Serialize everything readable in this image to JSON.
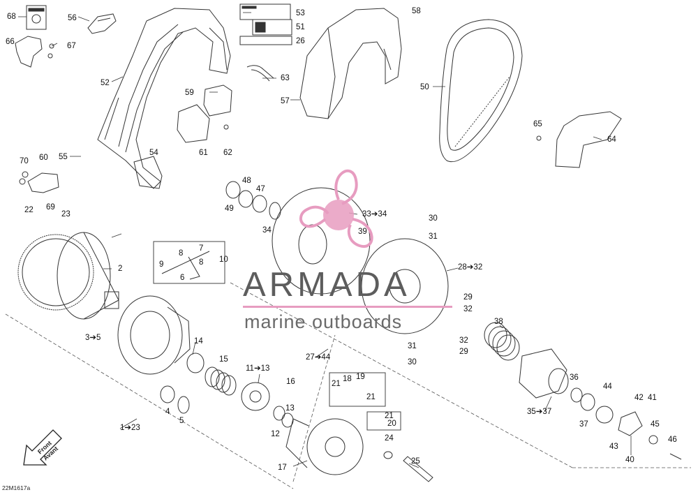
{
  "brand": {
    "name": "ARMADA",
    "tagline": "marine outboards",
    "accent_color": "#e79cc0",
    "logo_icon": "propeller-logo-icon"
  },
  "doc_code": "22M1617a",
  "front_arrow": {
    "line1": "Front",
    "line2": "Avant"
  },
  "callouts": [
    "68",
    "56",
    "53",
    "51",
    "26",
    "58",
    "66",
    "67",
    "52",
    "63",
    "50",
    "59",
    "57",
    "65",
    "64",
    "55",
    "61",
    "62",
    "54",
    "70",
    "60",
    "69",
    "22",
    "23",
    "48",
    "47",
    "49",
    "34",
    "33➔34",
    "30",
    "31",
    "39",
    "28➔32",
    "2",
    "8",
    "7",
    "9",
    "8",
    "10",
    "6",
    "29",
    "32",
    "3➔5",
    "32",
    "14",
    "38",
    "31",
    "29",
    "27➔44",
    "30",
    "15",
    "11➔13",
    "16",
    "21",
    "18",
    "19",
    "36",
    "21",
    "13",
    "35➔37",
    "44",
    "42",
    "41",
    "4",
    "5",
    "12",
    "21",
    "20",
    "37",
    "45",
    "43",
    "24",
    "46",
    "1➔23",
    "40",
    "25",
    "17"
  ]
}
